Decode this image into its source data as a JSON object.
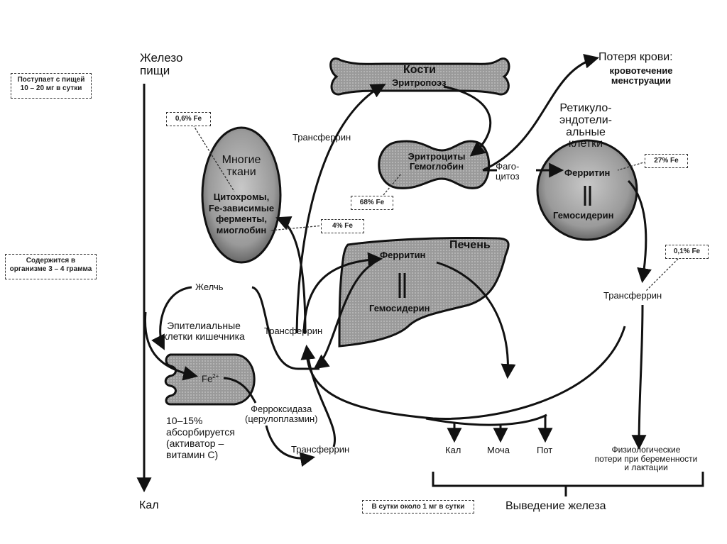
{
  "notes": {
    "intake": "Поступает с пищей\n10 – 20 мг в сутки",
    "body_content": "Содержится в\nорганизме 3 – 4 грамма",
    "tissues_pct": "0,6% Fe",
    "erythro_pct": "68% Fe",
    "myoglobin_pct": "4% Fe",
    "res_pct": "27% Fe",
    "transferrin_pct": "0,1% Fe",
    "daily_loss": "В сутки  около 1 мг в сутки"
  },
  "labels": {
    "food_iron": "Железо\nпищи",
    "feces_left": "Кал",
    "bones_title": "Кости",
    "bones_sub": "Эритропоэз",
    "blood_loss_title": "Потеря крови:",
    "blood_loss_sub": "кровотечение\nменструации",
    "transferrin_top": "Трансферрин",
    "erythrocytes": "Эритроциты\nГемоглобин",
    "phagocytosis": "Фаго-\nцитоз",
    "res_title": "Ретикуло-\nэндотели-\nальные\nклетки",
    "res_ferritin": "Ферритин",
    "res_hemosiderin": "Гемосидерин",
    "tissues_title": "Многие\nткани",
    "tissues_sub": "Цитохромы,\nFe-зависимые\nферменты,\nмиоглобин",
    "liver_title": "Печень",
    "liver_ferritin": "Ферритин",
    "liver_hemosiderin": "Гемосидерин",
    "bile": "Желчь",
    "epithelial": "Эпителиальные\nклетки кишечника",
    "transferrin_mid": "Трансферрин",
    "transferrin_right": "Трансферрин",
    "fe2": "Fe",
    "fe2_sup": "2+",
    "ferroxidase": "Ферроксидаза\n(церулоплазмин)",
    "absorption": "10–15%\nабсорбируется\n(активатор –\nвитамин С)",
    "transferrin_bottom": "Трансферрин",
    "out_feces": "Кал",
    "out_urine": "Моча",
    "out_sweat": "Пот",
    "out_physio": "Физиологические\nпотери при беременности\nи лактации",
    "excretion": "Выведение железа"
  }
}
